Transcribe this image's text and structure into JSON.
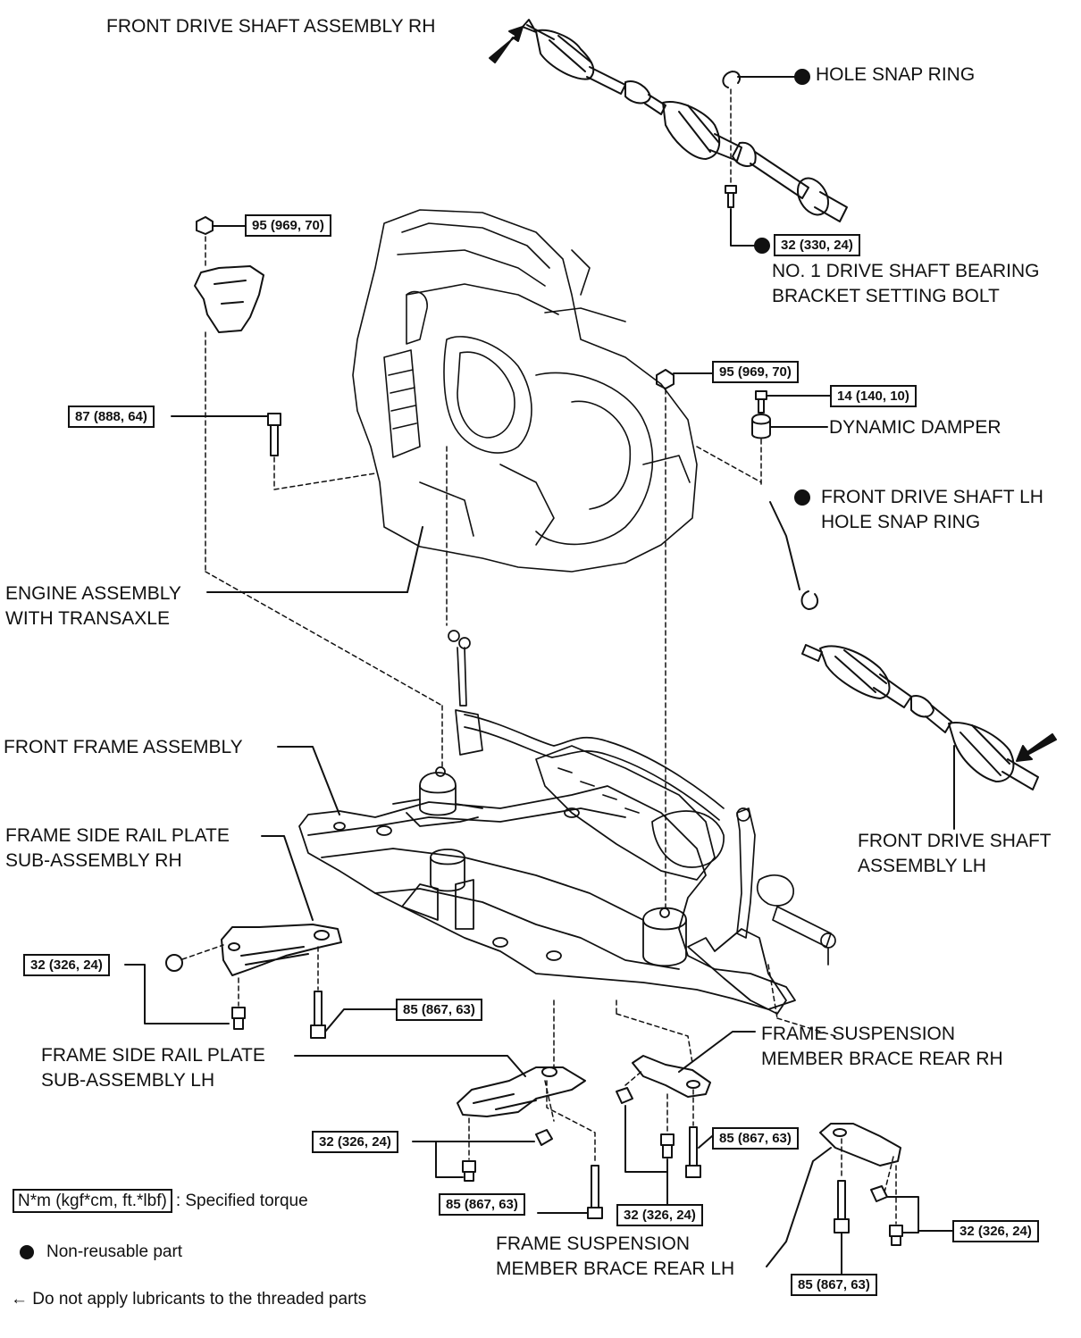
{
  "labels": {
    "front_drive_shaft_rh": "FRONT DRIVE SHAFT ASSEMBLY RH",
    "hole_snap_ring": "HOLE SNAP RING",
    "bearing_bolt_line1": "NO. 1 DRIVE SHAFT BEARING",
    "bearing_bolt_line2": "BRACKET SETTING BOLT",
    "dynamic_damper": "DYNAMIC DAMPER",
    "lh_snap_ring_line1": "FRONT DRIVE SHAFT LH",
    "lh_snap_ring_line2": "HOLE SNAP RING",
    "engine_line1": "ENGINE ASSEMBLY",
    "engine_line2": "WITH TRANSAXLE",
    "front_frame": "FRONT FRAME ASSEMBLY",
    "side_rail_rh_line1": "FRAME SIDE RAIL PLATE",
    "side_rail_rh_line2": "SUB-ASSEMBLY RH",
    "front_drive_shaft_lh_line1": "FRONT DRIVE SHAFT",
    "front_drive_shaft_lh_line2": "ASSEMBLY LH",
    "side_rail_lh_line1": "FRAME SIDE RAIL PLATE",
    "side_rail_lh_line2": "SUB-ASSEMBLY LH",
    "brace_rear_rh_line1": "FRAME SUSPENSION",
    "brace_rear_rh_line2": "MEMBER BRACE REAR RH",
    "brace_rear_lh_line1": "FRAME SUSPENSION",
    "brace_rear_lh_line2": "MEMBER BRACE REAR LH"
  },
  "torques": {
    "t_upper_left_mount": "95 (969, 70)",
    "t_bearing_bolt": "32 (330, 24)",
    "t_left_mount_bolt": "87 (888, 64)",
    "t_right_mount_nut": "95 (969, 70)",
    "t_damper_bolt": "14 (140, 10)",
    "t_rail_rh_small": "32 (326, 24)",
    "t_rail_rh_long": "85 (867, 63)",
    "t_rail_lh_small": "32 (326, 24)",
    "t_rail_lh_long": "85 (867, 63)",
    "t_brace_rh_long": "85 (867, 63)",
    "t_brace_rh_small": "32 (326, 24)",
    "t_brace_lh_small": "32 (326, 24)",
    "t_brace_lh_long": "85 (867, 63)"
  },
  "legend": {
    "torque_box": "N*m (kgf*cm, ft.*lbf)",
    "torque_text": ": Specified torque",
    "nonreusable_text": "Non-reusable part",
    "arrow_glyph": "←",
    "lubricant_text": "Do not apply lubricants to the threaded parts"
  }
}
